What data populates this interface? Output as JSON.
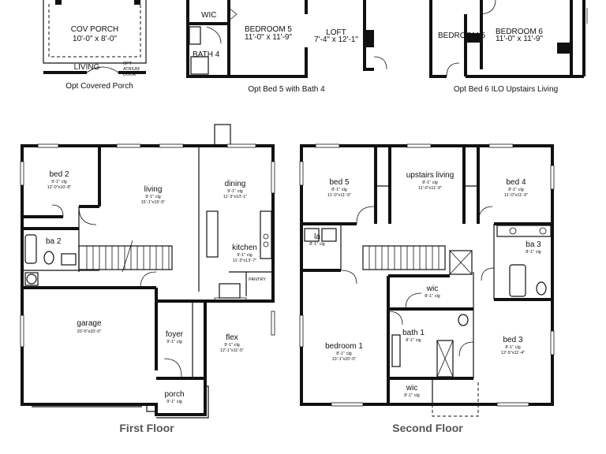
{
  "top_row": {
    "porch_option": {
      "room": "COV PORCH",
      "dims": "10'-0\" x 8'-0\"",
      "living": "LIVING",
      "door_note_1": "OPT",
      "door_note_2": "ATRIUM",
      "door_note_3": "DOOR",
      "caption": "Opt Covered Porch"
    },
    "bed5_option": {
      "wic": "WIC",
      "bedroom": "BEDROOM 5",
      "bedroom_dims": "11'-0\" x 11'-9\"",
      "bath": "BATH 4",
      "loft": "LOFT",
      "loft_dims": "7'-4\" x 12'-1\"",
      "caption": "Opt Bed 5 with Bath 4"
    },
    "bed6_option": {
      "bedroom5": "BEDROOM 5",
      "bedroom6": "BEDROOM 6",
      "bedroom6_dims": "11'-0\" x 11'-9\"",
      "caption": "Opt Bed 6 ILO Upstairs Living"
    }
  },
  "first_floor": {
    "caption": "First Floor",
    "rooms": [
      {
        "id": "bed2",
        "name": "bed 2",
        "clg": "9'-1\" clg",
        "dims": "12'-0\"x10'-8\""
      },
      {
        "id": "ba2",
        "name": "ba 2",
        "clg": "",
        "dims": ""
      },
      {
        "id": "living",
        "name": "living",
        "clg": "9'-1\" clg",
        "dims": "15'-1\"x15'-5\""
      },
      {
        "id": "dining",
        "name": "dining",
        "clg": "9'-1\" clg",
        "dims": "11'-3\"x10'-1\""
      },
      {
        "id": "kitchen",
        "name": "kitchen",
        "clg": "9'-1\" clg",
        "dims": "11'-3\"x13'-7\""
      },
      {
        "id": "pantry",
        "name": "PANTRY",
        "clg": "",
        "dims": ""
      },
      {
        "id": "garage",
        "name": "garage",
        "clg": "",
        "dims": "20'-5\"x20'-0\""
      },
      {
        "id": "foyer",
        "name": "foyer",
        "clg": "9'-1\" clg",
        "dims": ""
      },
      {
        "id": "flex",
        "name": "flex",
        "clg": "9'-1\" clg",
        "dims": "12'-1\"x11'-5\""
      },
      {
        "id": "porch",
        "name": "porch",
        "clg": "9'-1\" clg",
        "dims": ""
      }
    ]
  },
  "second_floor": {
    "caption": "Second Floor",
    "rooms": [
      {
        "id": "bed5",
        "name": "bed 5",
        "clg": "8'-1\" clg",
        "dims": "11'-0\"x11'-9\""
      },
      {
        "id": "upliving",
        "name": "upstairs living",
        "clg": "8'-1\" clg",
        "dims": "11'-0\"x11'-9\""
      },
      {
        "id": "bed4",
        "name": "bed 4",
        "clg": "8'-1\" clg",
        "dims": "11'-0\"x11'-9\""
      },
      {
        "id": "la",
        "name": "la",
        "clg": "8'-1\" clg",
        "dims": ""
      },
      {
        "id": "ba3",
        "name": "ba 3",
        "clg": "8'-1\" clg",
        "dims": ""
      },
      {
        "id": "wic1",
        "name": "wic",
        "clg": "8'-1\" clg",
        "dims": ""
      },
      {
        "id": "bath1",
        "name": "bath 1",
        "clg": "8'-1\" clg",
        "dims": ""
      },
      {
        "id": "bedroom1",
        "name": "bedroom 1",
        "clg": "8'-1\" clg",
        "dims": "13'-1\"x20'-0\""
      },
      {
        "id": "bed3",
        "name": "bed 3",
        "clg": "8'-1\" clg",
        "dims": "12'-5\"x11'-4\""
      },
      {
        "id": "wic2",
        "name": "wic",
        "clg": "8'-1\" clg",
        "dims": ""
      }
    ]
  }
}
